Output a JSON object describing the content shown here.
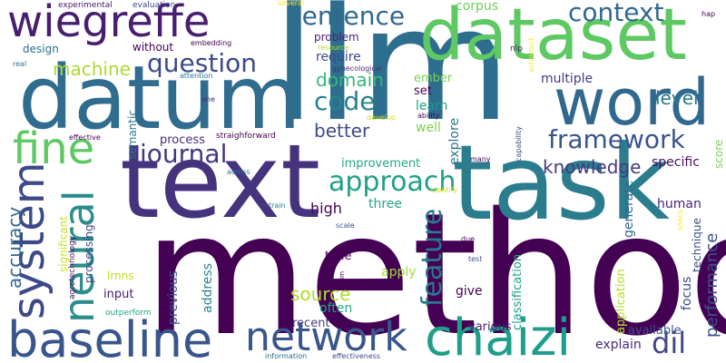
{
  "words": [
    {
      "text": "method",
      "color": "#440154"
    },
    {
      "text": "llm",
      "color": "#2d6e8e"
    },
    {
      "text": "datum",
      "color": "#2f6c8e"
    },
    {
      "text": "text",
      "color": "#46337e"
    },
    {
      "text": "task",
      "color": "#2b7d8e"
    },
    {
      "text": "dataset",
      "color": "#5ec962"
    },
    {
      "text": "word",
      "color": "#31688e"
    },
    {
      "text": "wiegreffe",
      "color": "#481f70"
    },
    {
      "text": "baseline",
      "color": "#39568c"
    },
    {
      "text": "network",
      "color": "#39568c"
    },
    {
      "text": "chaizi",
      "color": "#1f9e89"
    },
    {
      "text": "sentence",
      "color": "#31688e"
    },
    {
      "text": "question",
      "color": "#3e4989"
    },
    {
      "text": "context",
      "color": "#31688e"
    },
    {
      "text": "fine",
      "color": "#5ec962"
    },
    {
      "text": "system",
      "color": "#3e4989"
    },
    {
      "text": "neural",
      "color": "#2d8d8c"
    },
    {
      "text": "approach",
      "color": "#1fa187"
    },
    {
      "text": "journal",
      "color": "#453781"
    },
    {
      "text": "framework",
      "color": "#39568c"
    },
    {
      "text": "code",
      "color": "#26828e"
    },
    {
      "text": "dil",
      "color": "#404688"
    },
    {
      "text": "feature",
      "color": "#2a788e"
    },
    {
      "text": "machine",
      "color": "#addc30"
    },
    {
      "text": "domain",
      "color": "#35b779"
    },
    {
      "text": "knowledge",
      "color": "#443983"
    },
    {
      "text": "level",
      "color": "#2a788e"
    },
    {
      "text": "better",
      "color": "#3e4989"
    },
    {
      "text": "accuracy",
      "color": "#31688e"
    },
    {
      "text": "source",
      "color": "#addc30"
    },
    {
      "text": "performance",
      "color": "#3b528b"
    },
    {
      "text": "explain",
      "color": "#472d7b"
    },
    {
      "text": "high",
      "color": "#440154"
    },
    {
      "text": "corpus",
      "color": "#6ece58"
    },
    {
      "text": "require",
      "color": "#3e4989"
    },
    {
      "text": "problem",
      "color": "#482173"
    },
    {
      "text": "process",
      "color": "#472d7b"
    },
    {
      "text": "improvement",
      "color": "#22a884"
    },
    {
      "text": "specific",
      "color": "#470e61"
    },
    {
      "text": "human",
      "color": "#482475"
    },
    {
      "text": "multiple",
      "color": "#443983"
    },
    {
      "text": "learn",
      "color": "#1f9e89"
    },
    {
      "text": "well",
      "color": "#7ad151"
    },
    {
      "text": "explore",
      "color": "#2c728e"
    },
    {
      "text": "set",
      "color": "#440154"
    },
    {
      "text": "ember",
      "color": "#7ad151"
    },
    {
      "text": "generate",
      "color": "#31688e"
    },
    {
      "text": "classification",
      "color": "#1fa187"
    },
    {
      "text": "application",
      "color": "#b5de2b"
    },
    {
      "text": "focus",
      "color": "#3e4989"
    },
    {
      "text": "available",
      "color": "#3b528b"
    },
    {
      "text": "three",
      "color": "#22a884"
    },
    {
      "text": "time",
      "color": "#440154"
    },
    {
      "text": "apply",
      "color": "#a0da39"
    },
    {
      "text": "give",
      "color": "#440154"
    },
    {
      "text": "input",
      "color": "#481a6c"
    },
    {
      "text": "often",
      "color": "#22a884"
    },
    {
      "text": "recent",
      "color": "#433e85"
    },
    {
      "text": "various",
      "color": "#481f70"
    },
    {
      "text": "address",
      "color": "#25858e"
    },
    {
      "text": "previous",
      "color": "#3b528b"
    },
    {
      "text": "lrnns",
      "color": "#c2df23"
    },
    {
      "text": "processing",
      "color": "#3e4989"
    },
    {
      "text": "significant",
      "color": "#d2e21b"
    },
    {
      "text": "semantic",
      "color": "#2a788e"
    },
    {
      "text": "technique",
      "color": "#3b528b"
    },
    {
      "text": "score",
      "color": "#7ad151"
    },
    {
      "text": "design",
      "color": "#2c728e"
    },
    {
      "text": "without",
      "color": "#440154"
    },
    {
      "text": "embedding",
      "color": "#440154"
    },
    {
      "text": "experimental",
      "color": "#481a6c"
    },
    {
      "text": "evaluation",
      "color": "#3e4989"
    },
    {
      "text": "several",
      "color": "#fde725"
    },
    {
      "text": "resource",
      "color": "#b5de2b"
    },
    {
      "text": "gynecological",
      "color": "#472d7b"
    },
    {
      "text": "nlp",
      "color": "#482475"
    },
    {
      "text": "astronaut",
      "color": "#fde725"
    },
    {
      "text": "hap",
      "color": "#440154"
    },
    {
      "text": "real",
      "color": "#2a788e"
    },
    {
      "text": "attention",
      "color": "#2a788e"
    },
    {
      "text": "one",
      "color": "#482475"
    },
    {
      "text": "develop",
      "color": "#d2e21b"
    },
    {
      "text": "ability",
      "color": "#440154"
    },
    {
      "text": "capability",
      "color": "#3e4989"
    },
    {
      "text": "effective",
      "color": "#440154"
    },
    {
      "text": "straighforward",
      "color": "#440154"
    },
    {
      "text": "many",
      "color": "#440154"
    },
    {
      "text": "across",
      "color": "#2c728e"
    },
    {
      "text": "identify",
      "color": "#d2e21b"
    },
    {
      "text": "train",
      "color": "#2a788e"
    },
    {
      "text": "scale",
      "color": "#3b528b"
    },
    {
      "text": "due",
      "color": "#440154"
    },
    {
      "text": "snacs",
      "color": "#fde725"
    },
    {
      "text": "test",
      "color": "#3b528b"
    },
    {
      "text": "aim",
      "color": "#440154"
    },
    {
      "text": "agrotechnology",
      "color": "#481a6c"
    },
    {
      "text": "outperform",
      "color": "#20a486"
    },
    {
      "text": "information",
      "color": "#31688e"
    },
    {
      "text": "effectiveness",
      "color": "#3e4989"
    }
  ]
}
